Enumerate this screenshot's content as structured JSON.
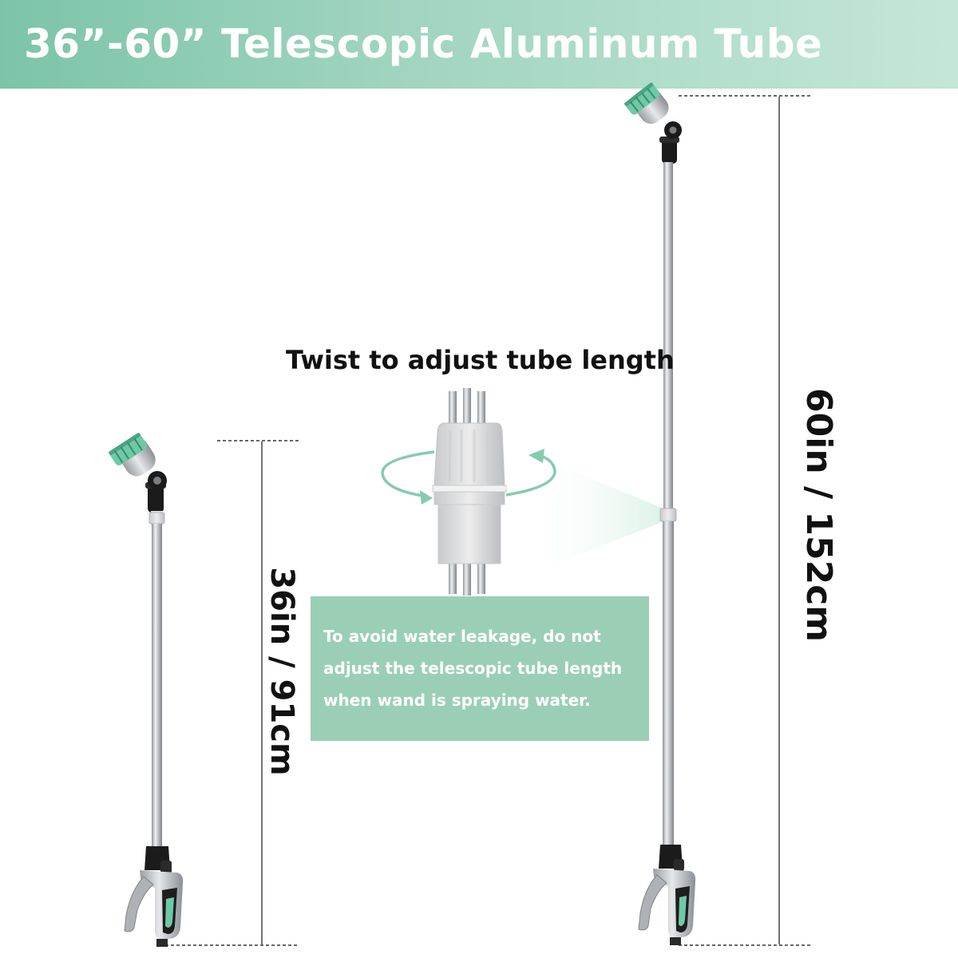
{
  "banner": {
    "title": "36”-60” Telescopic Aluminum Tube"
  },
  "dimensions": {
    "short": "36in / 91cm",
    "long": "60in / 152cm"
  },
  "callout": {
    "heading": "Twist to adjust tube length"
  },
  "note": {
    "lines": [
      "To avoid water leakage, do not",
      "adjust the telescopic tube length",
      "when wand is spraying water."
    ]
  },
  "colors": {
    "accent": "#7cc4a8",
    "note_bg": "#9acfb6",
    "nozzle_green": "#6ec9a6",
    "tube_silver": "#c9ccd0"
  },
  "icons": [
    "spray-nozzle-icon",
    "trigger-handle-icon",
    "rotate-arrows-icon"
  ]
}
